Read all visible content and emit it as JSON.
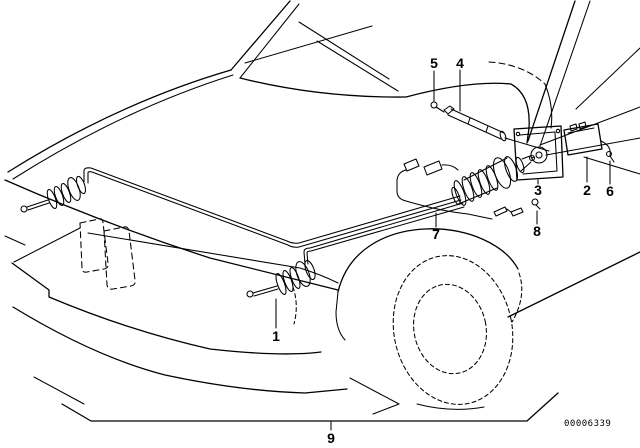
{
  "diagram": {
    "background_color": "#ffffff",
    "line_color": "#000000",
    "part_numbers": [
      "1",
      "2",
      "3",
      "4",
      "5",
      "6",
      "7",
      "8",
      "9"
    ],
    "code": "00006339"
  }
}
